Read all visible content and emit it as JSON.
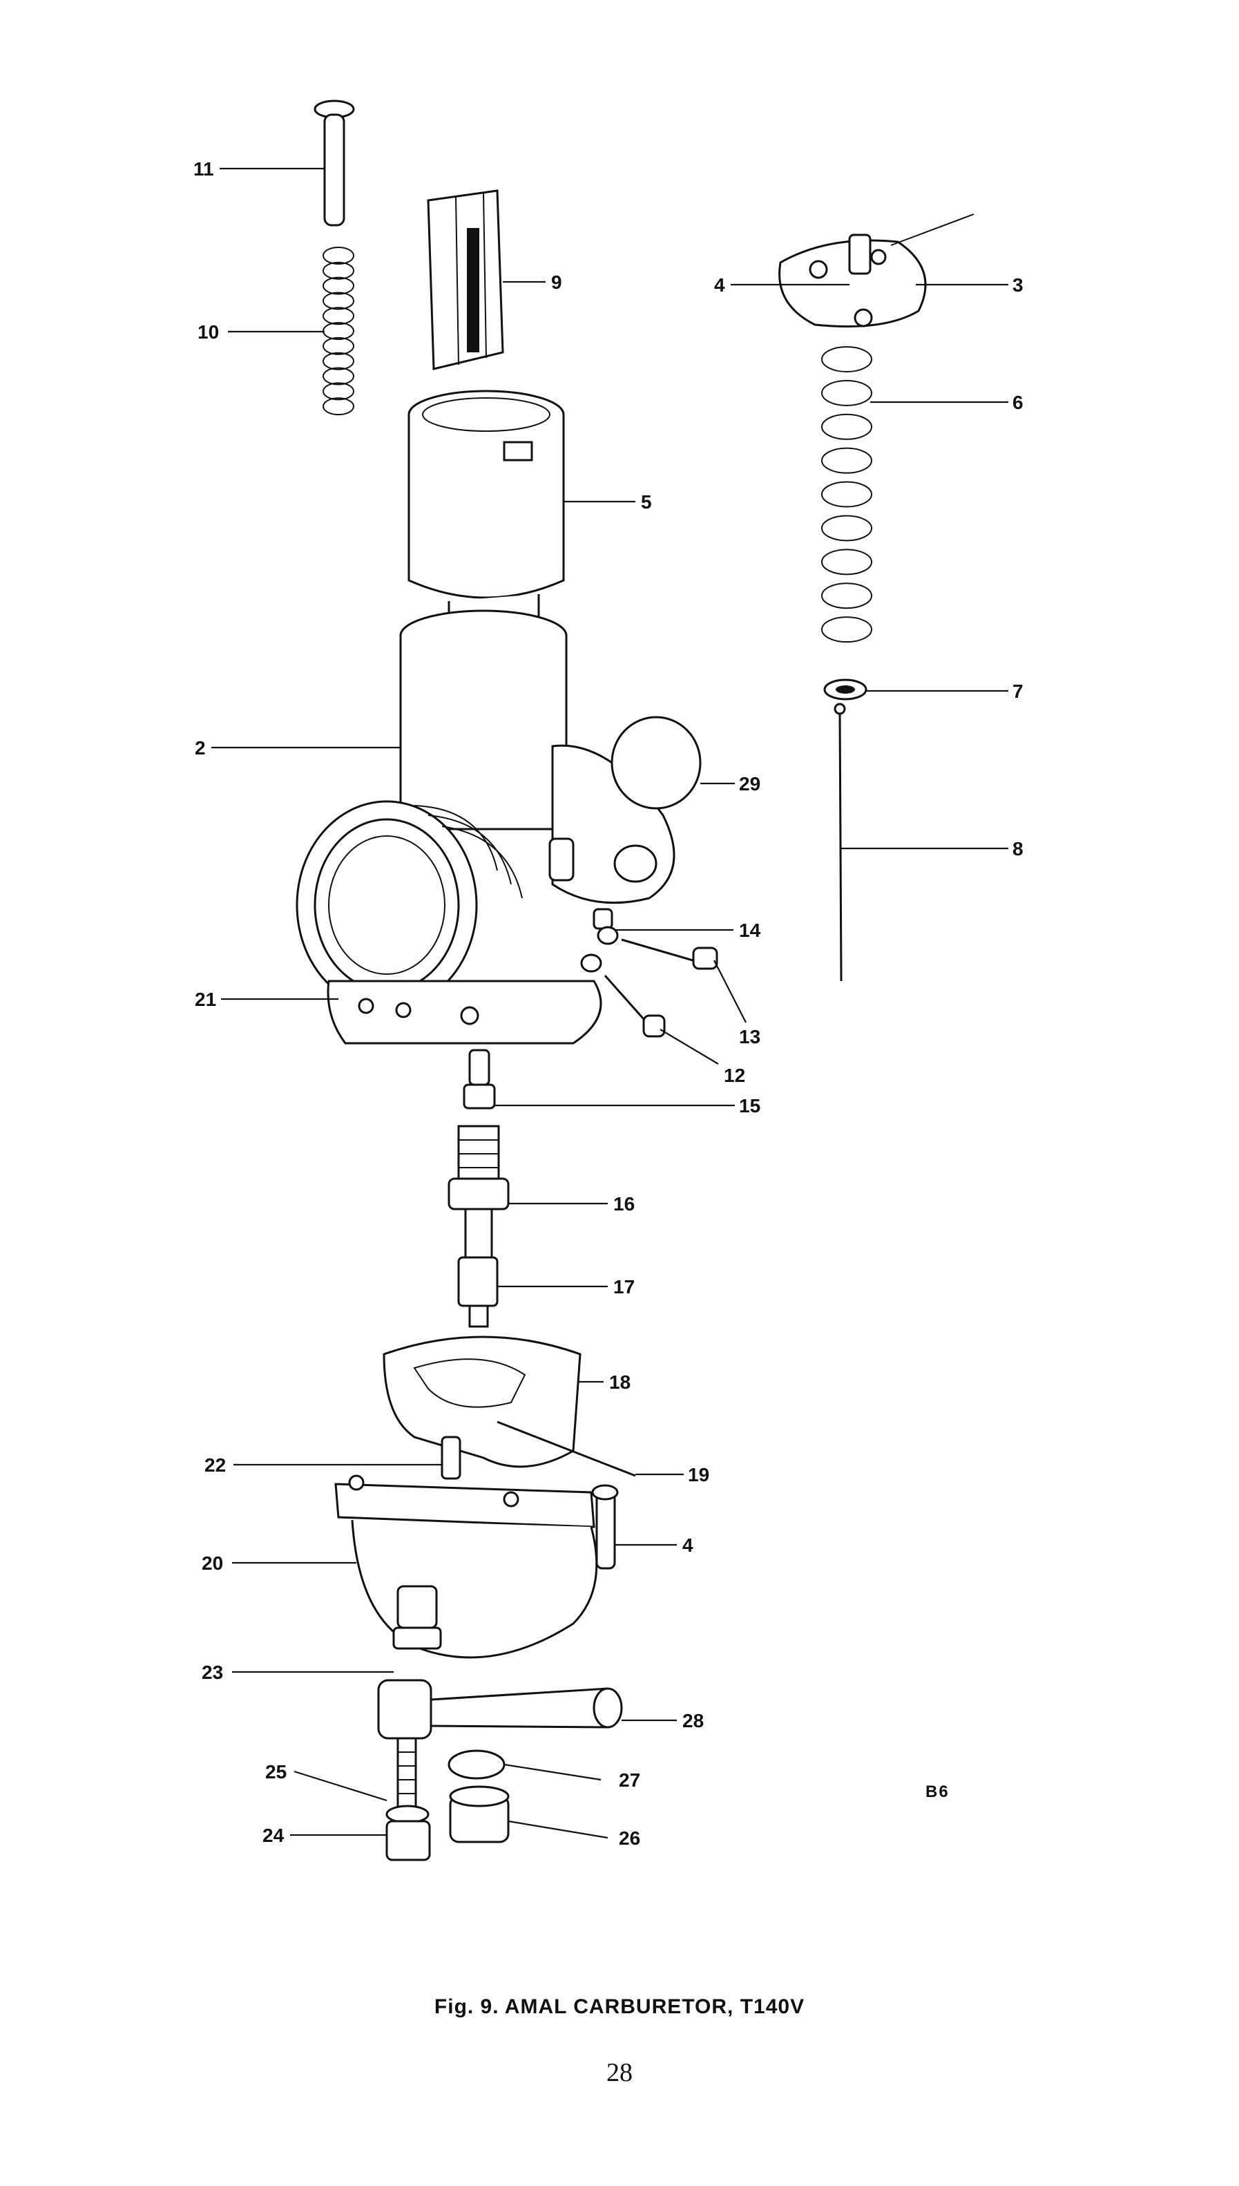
{
  "figure": {
    "caption": "Fig. 9.   AMAL CARBURETOR, T140V",
    "page_number": "28",
    "sheet_code": "B6"
  },
  "callouts": [
    {
      "id": "11",
      "label": "11"
    },
    {
      "id": "9",
      "label": "9"
    },
    {
      "id": "10",
      "label": "10"
    },
    {
      "id": "4a",
      "label": "4"
    },
    {
      "id": "3",
      "label": "3"
    },
    {
      "id": "6",
      "label": "6"
    },
    {
      "id": "5",
      "label": "5"
    },
    {
      "id": "7",
      "label": "7"
    },
    {
      "id": "2",
      "label": "2"
    },
    {
      "id": "29",
      "label": "29"
    },
    {
      "id": "8",
      "label": "8"
    },
    {
      "id": "14",
      "label": "14"
    },
    {
      "id": "21",
      "label": "21"
    },
    {
      "id": "13",
      "label": "13"
    },
    {
      "id": "12",
      "label": "12"
    },
    {
      "id": "15",
      "label": "15"
    },
    {
      "id": "16",
      "label": "16"
    },
    {
      "id": "17",
      "label": "17"
    },
    {
      "id": "18",
      "label": "18"
    },
    {
      "id": "22",
      "label": "22"
    },
    {
      "id": "19",
      "label": "19"
    },
    {
      "id": "20",
      "label": "20"
    },
    {
      "id": "4b",
      "label": "4"
    },
    {
      "id": "23",
      "label": "23"
    },
    {
      "id": "28",
      "label": "28"
    },
    {
      "id": "25",
      "label": "25"
    },
    {
      "id": "27",
      "label": "27"
    },
    {
      "id": "24",
      "label": "24"
    },
    {
      "id": "26",
      "label": "26"
    }
  ]
}
